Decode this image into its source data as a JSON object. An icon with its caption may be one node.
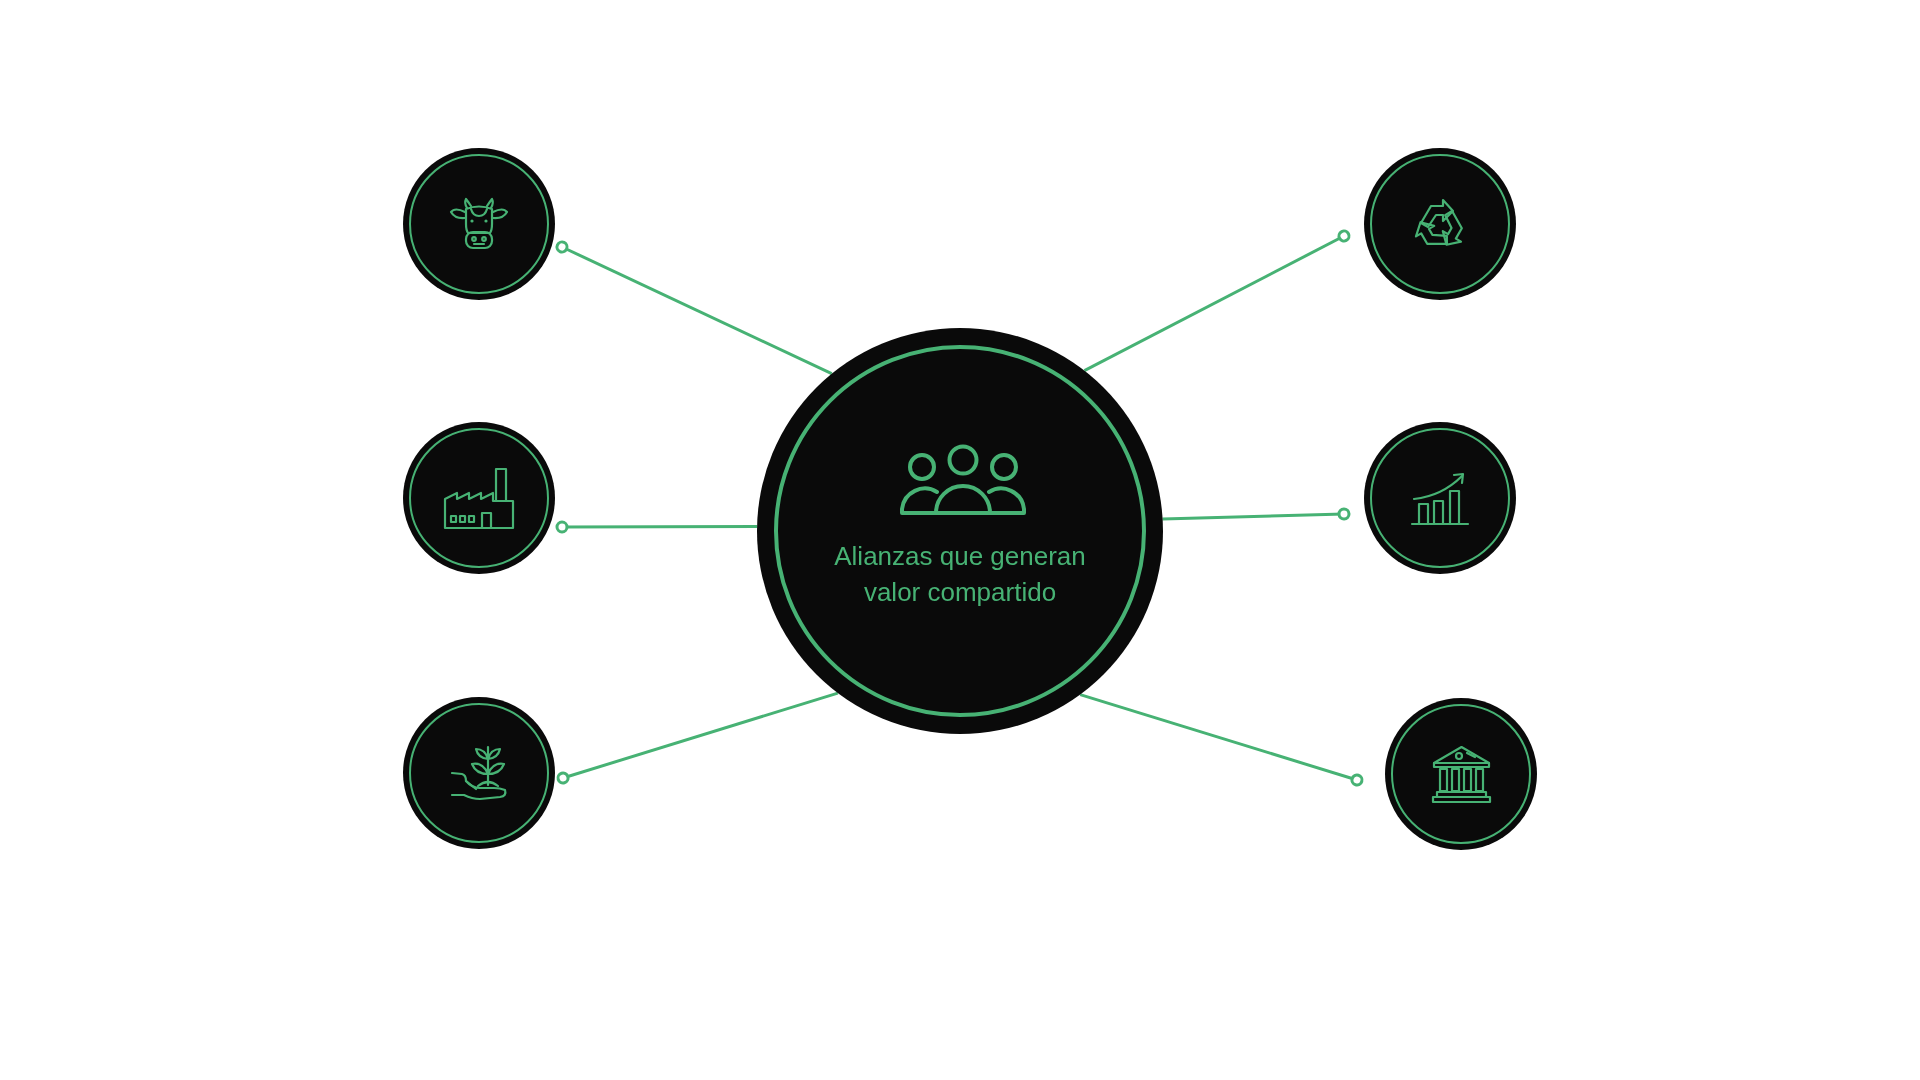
{
  "diagram": {
    "nodes": [
      {
        "text": [
          "Alianzas que generan valor compartido"
        ]
      },
      {
        "text": [],
        "shape": "circle"
      },
      {
        "text": [],
        "shape": "circle"
      },
      {
        "text": [],
        "shape": "circle"
      },
      {
        "text": [],
        "shape": "circle"
      },
      {
        "text": [],
        "shape": "circle"
      },
      {
        "text": [],
        "shape": "circle"
      }
    ],
    "edges": [
      {
        "from": 0,
        "to": 1,
        "arrow": "other"
      },
      {
        "from": 0,
        "to": 2,
        "arrow": "other"
      },
      {
        "from": 0,
        "to": 3,
        "arrow": "other"
      },
      {
        "from": 0,
        "to": 4,
        "arrow": "other"
      },
      {
        "from": 0,
        "to": 5,
        "arrow": "other"
      },
      {
        "from": 0,
        "to": 6,
        "arrow": "other"
      }
    ]
  }
}
